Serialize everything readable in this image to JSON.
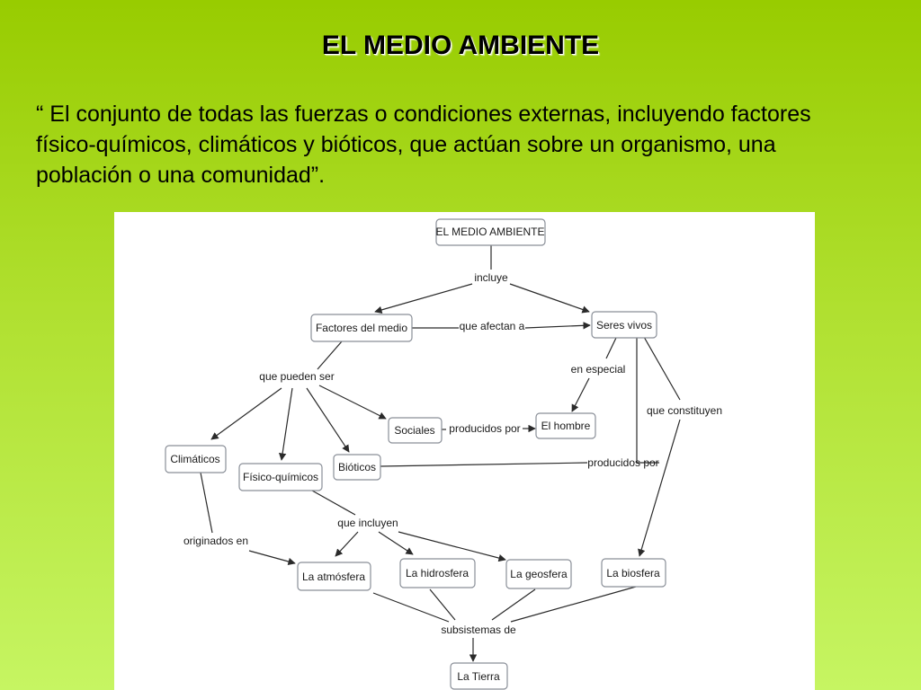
{
  "slide": {
    "title": "EL MEDIO AMBIENTE",
    "definition": "“ El conjunto de todas las fuerzas o condiciones externas, incluyendo factores físico-químicos, climáticos y bióticos, que actúan sobre un organismo, una población o una comunidad”."
  },
  "diagram": {
    "nodes": {
      "medio_ambiente": "EL MEDIO AMBIENTE",
      "factores": "Factores del medio",
      "seres_vivos": "Seres vivos",
      "sociales": "Sociales",
      "hombre": "El hombre",
      "climaticos": "Climáticos",
      "fisico_quimicos": "Físico-químicos",
      "bioticos": "Bióticos",
      "atmosfera": "La atmósfera",
      "hidrosfera": "La hidrosfera",
      "geosfera": "La geosfera",
      "biosfera": "La biosfera",
      "tierra": "La Tierra"
    },
    "links": {
      "incluye": "incluye",
      "afectan": "que afectan a",
      "pueden_ser": "que pueden ser",
      "en_especial": "en especial",
      "constituyen": "que constituyen",
      "producidos_por_1": "producidos por",
      "producidos_por_2": "producidos por",
      "originados_en": "originados en",
      "que_incluyen": "que incluyen",
      "subsistemas": "subsistemas de"
    }
  }
}
